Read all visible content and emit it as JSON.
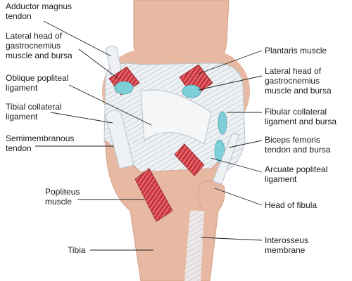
{
  "labels_left": {
    "adductor": "Adductor magnus\ntendon",
    "lateral_gastroc_left": "Lateral head of\ngastrocnemius\nmuscle and bursa",
    "oblique": "Oblique popliteal\nligament",
    "tibial_collateral": "Tibial collateral\nligament",
    "semimembranous": "Semimembranous\ntendon",
    "popliteus": "Popliteus\nmuscle",
    "tibia": "Tibia"
  },
  "labels_right": {
    "plantaris": "Plantaris muscle",
    "lateral_gastroc_right": "Lateral head of\ngastrocnemius\nmuscle and bursa",
    "fibular_collateral": "Fibular collateral\nligament and bursa",
    "biceps": "Biceps femoris\ntendon and bursa",
    "arcuate": "Arcuate popliteal\nligament",
    "head_fibula": "Head of fibula",
    "interosseus": "Interosseus\nmembrane"
  },
  "colors": {
    "bone": "#e8b9a2",
    "bone_shadow": "#d59c84",
    "ligament": "#eef1f4",
    "ligament_line": "#b9c2cc",
    "muscle": "#c8343b",
    "muscle_stripe": "#e97a7f",
    "bursa": "#7fcfd9",
    "leader": "#222222"
  }
}
